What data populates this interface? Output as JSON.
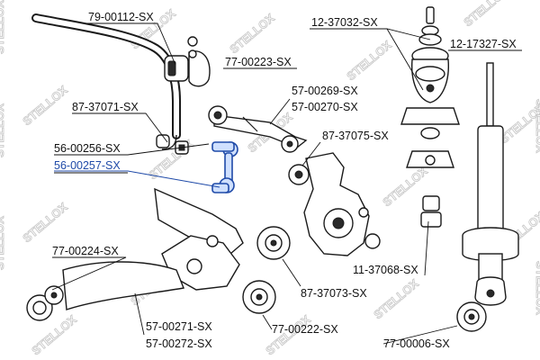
{
  "watermark": "STELLOX",
  "colors": {
    "highlight": "#1f4aa8",
    "line": "#111111",
    "watermark": "#c9c9c9"
  },
  "callouts": [
    {
      "id": "c1",
      "text": "79-00112-SX",
      "highlight": false
    },
    {
      "id": "c2",
      "text": "77-00223-SX",
      "highlight": false
    },
    {
      "id": "c3",
      "text": "12-37032-SX",
      "highlight": false
    },
    {
      "id": "c4",
      "text": "12-17327-SX",
      "highlight": false
    },
    {
      "id": "c5",
      "text": "87-37071-SX",
      "highlight": false
    },
    {
      "id": "c6",
      "text": "57-00269-SX",
      "highlight": false
    },
    {
      "id": "c7",
      "text": "57-00270-SX",
      "highlight": false
    },
    {
      "id": "c8",
      "text": "87-37075-SX",
      "highlight": false
    },
    {
      "id": "c9",
      "text": "56-00256-SX",
      "highlight": false
    },
    {
      "id": "c10",
      "text": "56-00257-SX",
      "highlight": true
    },
    {
      "id": "c11",
      "text": "77-00224-SX",
      "highlight": false
    },
    {
      "id": "c12",
      "text": "11-37068-SX",
      "highlight": false
    },
    {
      "id": "c13",
      "text": "87-37073-SX",
      "highlight": false
    },
    {
      "id": "c14",
      "text": "57-00271-SX",
      "highlight": false
    },
    {
      "id": "c15",
      "text": "77-00222-SX",
      "highlight": false
    },
    {
      "id": "c16",
      "text": "57-00272-SX",
      "highlight": false
    },
    {
      "id": "c17",
      "text": "77-00006-SX",
      "highlight": false
    }
  ]
}
